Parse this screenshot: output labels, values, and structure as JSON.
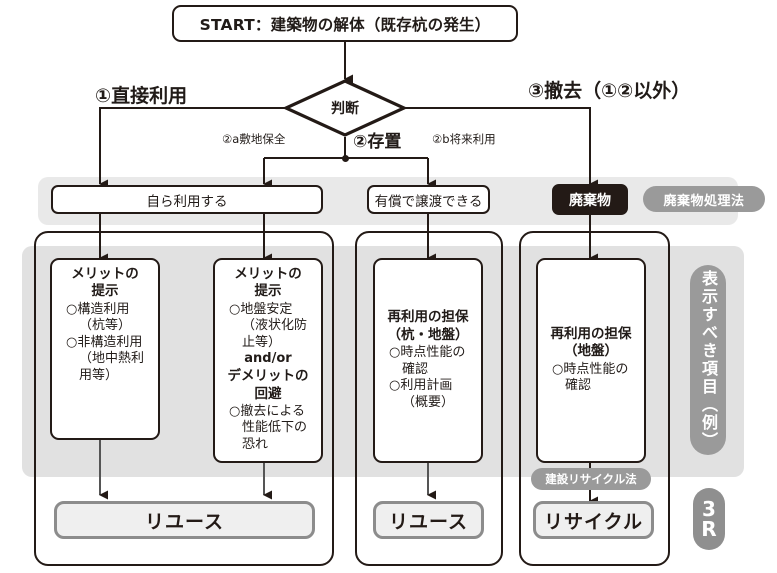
{
  "start": {
    "label": "START：建築物の解体（既存杭の発生）"
  },
  "decision": {
    "label": "判断"
  },
  "branches": {
    "left_big": "①直接利用",
    "right_big": "③撤去（①②以外）",
    "center_big": "②存置",
    "left_small": "②a敷地保全",
    "right_small": "②b将来利用"
  },
  "options": [
    {
      "label": "自ら利用する",
      "style": "light"
    },
    {
      "label": "有償で譲渡できる",
      "style": "light"
    },
    {
      "label": "廃棄物",
      "style": "dark"
    }
  ],
  "laws": {
    "waste_law": "廃棄物処理法",
    "construction_recycle_law": "建設リサイクル法"
  },
  "side_labels": {
    "display_items": "表示すべき項目（例）",
    "three_r_top": "3",
    "three_r_bottom": "R"
  },
  "cards": [
    {
      "id": "merit-structural",
      "title": "メリットの\n提示",
      "lines": [
        {
          "text": "○構造利用",
          "indent": 0
        },
        {
          "text": "（杭等）",
          "indent": 1
        },
        {
          "text": "○非構造利用",
          "indent": 0
        },
        {
          "text": "（地中熱利",
          "indent": 1
        },
        {
          "text": "用等）",
          "indent": 1
        }
      ]
    },
    {
      "id": "merit-ground",
      "title": "メリットの\n提示",
      "lines": [
        {
          "text": "○地盤安定",
          "indent": 0
        },
        {
          "text": "（液状化防",
          "indent": 1
        },
        {
          "text": "止等）",
          "indent": 1
        }
      ],
      "andor": "and/or",
      "title2": "デメリットの\n回避",
      "lines2": [
        {
          "text": "○撤去による",
          "indent": 0
        },
        {
          "text": "性能低下の",
          "indent": 1
        },
        {
          "text": "恐れ",
          "indent": 1
        }
      ]
    },
    {
      "id": "reuse-guarantee-pile-ground",
      "title": "再利用の担保\n（杭・地盤）",
      "lines": [
        {
          "text": "○時点性能の",
          "indent": 0
        },
        {
          "text": "確認",
          "indent": 1
        },
        {
          "text": "○利用計画",
          "indent": 0
        },
        {
          "text": "（概要）",
          "indent": 1
        }
      ]
    },
    {
      "id": "reuse-guarantee-ground",
      "title": "再利用の担保\n（地盤）",
      "lines": [
        {
          "text": "○時点性能の",
          "indent": 0
        },
        {
          "text": "確認",
          "indent": 1
        }
      ]
    }
  ],
  "outcomes": [
    {
      "id": "reuse-1",
      "label": "リユース"
    },
    {
      "id": "reuse-2",
      "label": "リユース"
    },
    {
      "id": "recycle",
      "label": "リサイクル"
    }
  ],
  "colors": {
    "ink": "#231a16",
    "band": "#e9e9e9",
    "band_detail": "#e1e1e1",
    "pill_gray": "#9a9a9a",
    "outcome_border": "#8c8c8c",
    "outcome_fill": "#efefef"
  }
}
